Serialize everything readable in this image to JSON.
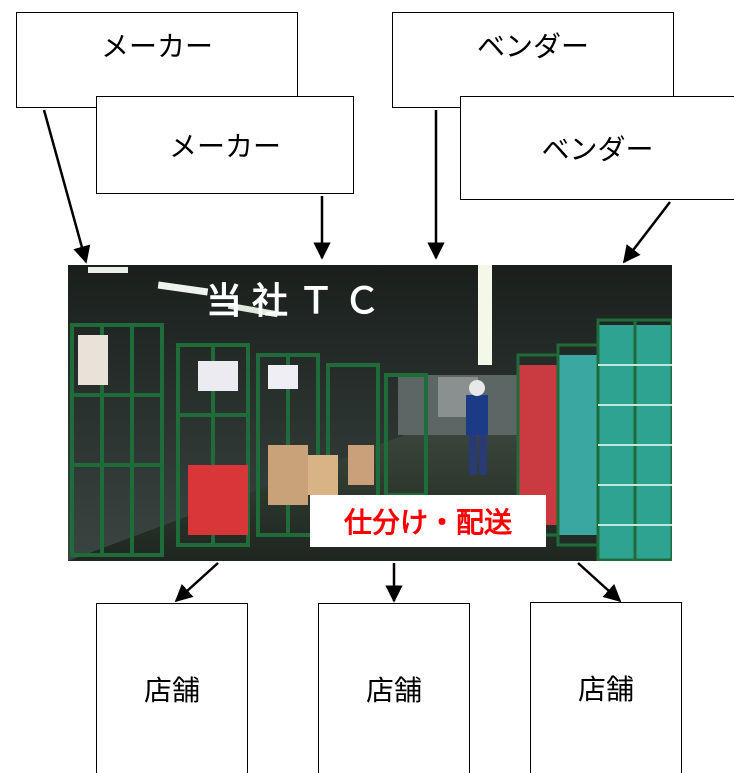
{
  "sources": {
    "maker_back": "メーカー",
    "maker_front": "メーカー",
    "vendor_back": "ベンダー",
    "vendor_front": "ベンダー"
  },
  "center": {
    "title": "当社ＴＣ",
    "action": "仕分け・配送"
  },
  "stores": [
    "店舗",
    "店舗",
    "店舗"
  ],
  "colors": {
    "action_text": "#ff0000",
    "photo_bg": "#2d3a2c",
    "cage_green": "#1f6b3a"
  }
}
